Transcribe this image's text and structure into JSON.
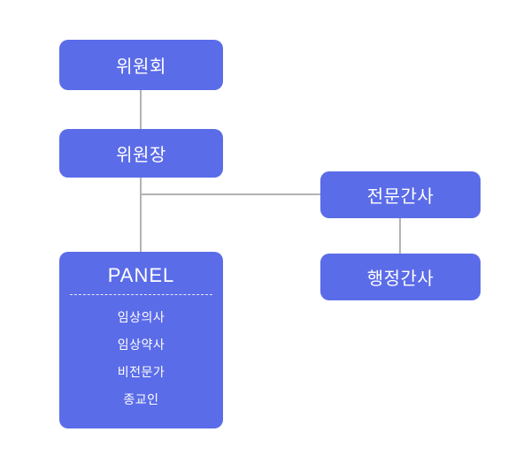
{
  "diagram": {
    "type": "org-chart",
    "colors": {
      "node_fill": "#5b6ce8",
      "node_text": "#ffffff",
      "connector": "#b3b3b3",
      "background": "#ffffff"
    },
    "nodes": {
      "committee": {
        "label": "위원회"
      },
      "chairman": {
        "label": "위원장"
      },
      "professional_secretary": {
        "label": "전문간사"
      },
      "administrative_secretary": {
        "label": "행정간사"
      },
      "panel": {
        "title": "PANEL",
        "members": [
          "임상의사",
          "임상약사",
          "비전문가",
          "종교인"
        ]
      }
    },
    "edges": [
      {
        "from": "committee",
        "to": "chairman"
      },
      {
        "from": "chairman",
        "to": "panel"
      },
      {
        "from": "chairman",
        "to": "professional_secretary"
      },
      {
        "from": "professional_secretary",
        "to": "administrative_secretary"
      }
    ]
  }
}
